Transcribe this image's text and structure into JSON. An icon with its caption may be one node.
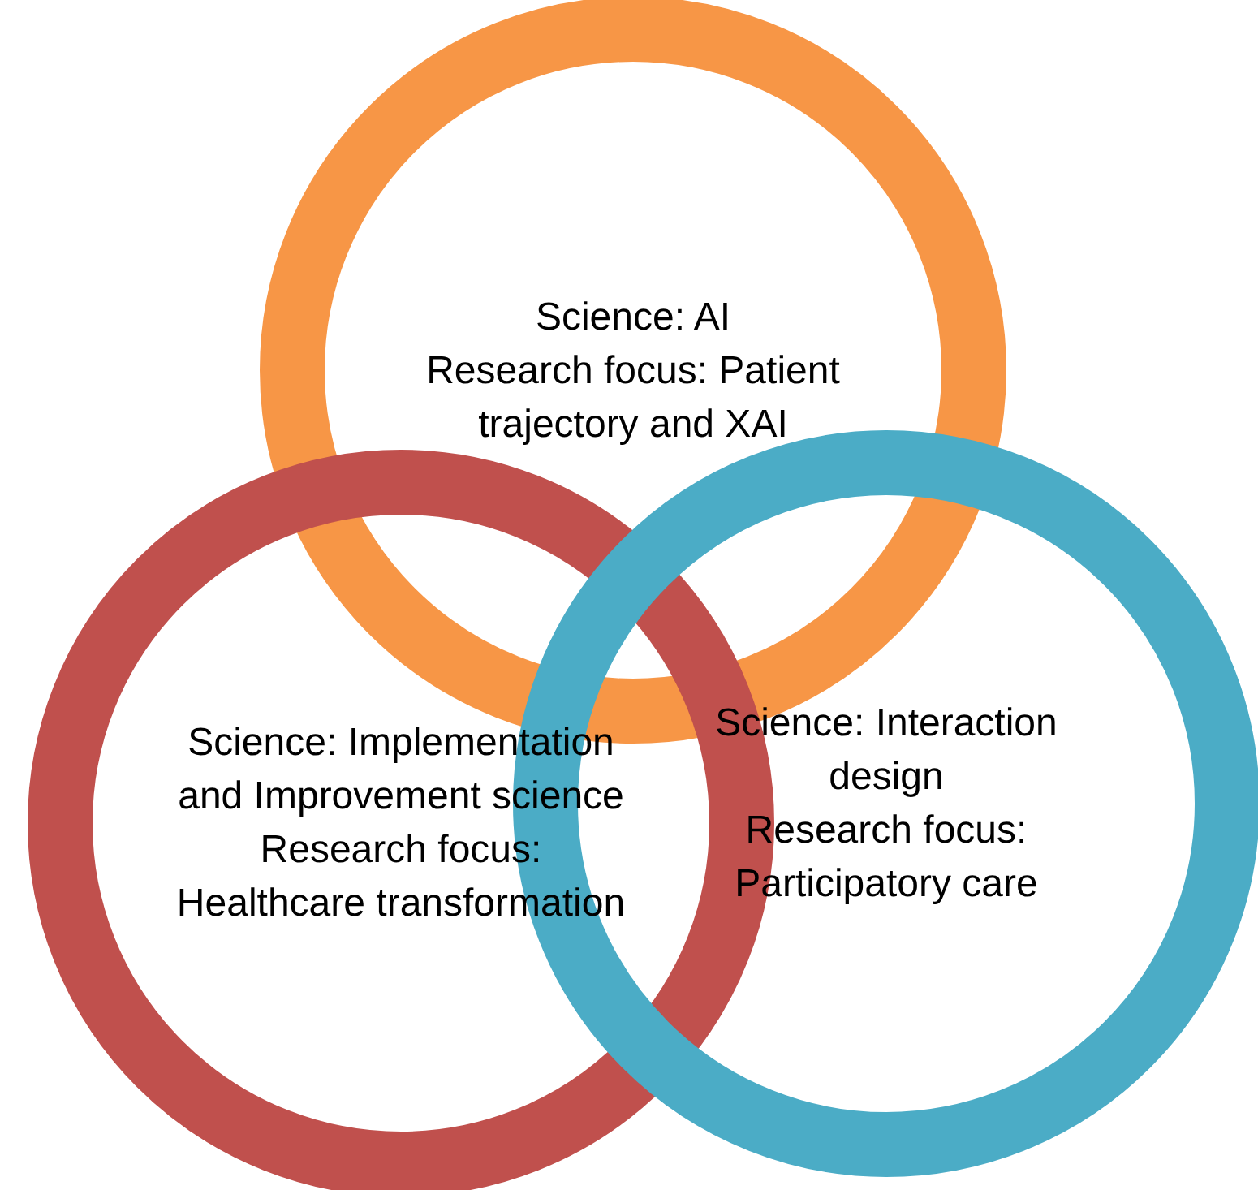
{
  "diagram": {
    "nodes": [
      {
        "text": [
          "Science: AI",
          "Research focus: Patient trajectory and XAI"
        ]
      },
      {
        "text": [
          "Science: Implementation and Improvement science",
          "Research focus: Healthcare transformation"
        ]
      },
      {
        "text": [
          "Science: Interaction design",
          "Research focus: Participatory care"
        ]
      }
    ]
  }
}
